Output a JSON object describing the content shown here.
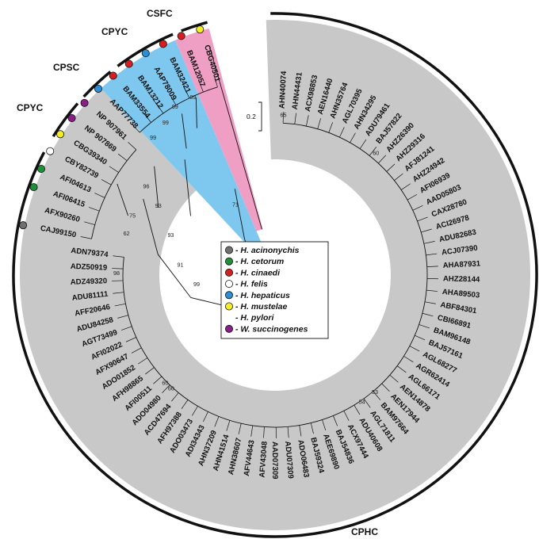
{
  "colors": {
    "ring_gray": "#c8c8c8",
    "blue_wedge": "#7ec8ef",
    "pink_wedge": "#ef9fc4",
    "acinonychis": "#707070",
    "cetorum": "#1f8f3a",
    "cinaedi": "#d42020",
    "felis": "#ffffff",
    "hepaticus": "#2b8fd6",
    "mustelae": "#f4ec2a",
    "succinogenes": "#8a1e88"
  },
  "scale_label": "0.2",
  "clade_labels": [
    {
      "id": "cphc",
      "text": "CPHC"
    },
    {
      "id": "cpyc1",
      "text": "CPYC"
    },
    {
      "id": "cpsc",
      "text": "CPSC"
    },
    {
      "id": "cpyc2",
      "text": "CPYC"
    },
    {
      "id": "csfc",
      "text": "CSFC"
    }
  ],
  "legend": [
    {
      "species": "- H. acinonychis",
      "color_key": "acinonychis"
    },
    {
      "species": "- H. cetorum",
      "color_key": "cetorum"
    },
    {
      "species": "- H. cinaedi",
      "color_key": "cinaedi"
    },
    {
      "species": "- H. felis",
      "color_key": "felis"
    },
    {
      "species": "- H. hepaticus",
      "color_key": "hepaticus"
    },
    {
      "species": "- H. mustelae",
      "color_key": "mustelae"
    },
    {
      "species": "- H. pylori",
      "color_key": ""
    },
    {
      "species": "- W. succinogenes",
      "color_key": "succinogenes"
    }
  ],
  "taxa": [
    {
      "label": "AHN40074",
      "dot": ""
    },
    {
      "label": "AHN44431",
      "dot": ""
    },
    {
      "label": "ACX98853",
      "dot": ""
    },
    {
      "label": "AEN16440",
      "dot": ""
    },
    {
      "label": "AHN35764",
      "dot": ""
    },
    {
      "label": "AGL70395",
      "dot": ""
    },
    {
      "label": "AHN34295",
      "dot": ""
    },
    {
      "label": "ADU79461",
      "dot": ""
    },
    {
      "label": "BAJ57822",
      "dot": ""
    },
    {
      "label": "AHZ26390",
      "dot": ""
    },
    {
      "label": "AHZ29316",
      "dot": ""
    },
    {
      "label": "AFJ81241",
      "dot": ""
    },
    {
      "label": "AHZ24942",
      "dot": ""
    },
    {
      "label": "AFI06939",
      "dot": ""
    },
    {
      "label": "AAD05803",
      "dot": ""
    },
    {
      "label": "CAX28780",
      "dot": ""
    },
    {
      "label": "ACI26978",
      "dot": ""
    },
    {
      "label": "ADU82683",
      "dot": ""
    },
    {
      "label": "ACJ07390",
      "dot": ""
    },
    {
      "label": "AHA87931",
      "dot": ""
    },
    {
      "label": "AHZ28144",
      "dot": ""
    },
    {
      "label": "AHA89503",
      "dot": ""
    },
    {
      "label": "ABF84301",
      "dot": ""
    },
    {
      "label": "CBI66891",
      "dot": ""
    },
    {
      "label": "BAM96148",
      "dot": ""
    },
    {
      "label": "BAJ57161",
      "dot": ""
    },
    {
      "label": "AGL68277",
      "dot": ""
    },
    {
      "label": "AGR62414",
      "dot": ""
    },
    {
      "label": "AGL66171",
      "dot": ""
    },
    {
      "label": "AEN14878",
      "dot": ""
    },
    {
      "label": "AEN17944",
      "dot": ""
    },
    {
      "label": "BAM97664",
      "dot": ""
    },
    {
      "label": "AGL71811",
      "dot": ""
    },
    {
      "label": "ADU40608",
      "dot": ""
    },
    {
      "label": "ACX97444",
      "dot": ""
    },
    {
      "label": "BAJ54836",
      "dot": ""
    },
    {
      "label": "AEE69890",
      "dot": ""
    },
    {
      "label": "BAJ59324",
      "dot": ""
    },
    {
      "label": "ADO06483",
      "dot": ""
    },
    {
      "label": "ADU07309",
      "dot": ""
    },
    {
      "label": "AAD07309",
      "dot": ""
    },
    {
      "label": "AFV43048",
      "dot": ""
    },
    {
      "label": "AFV44643",
      "dot": ""
    },
    {
      "label": "AHN38607",
      "dot": ""
    },
    {
      "label": "AHN41514",
      "dot": ""
    },
    {
      "label": "AHN37209",
      "dot": ""
    },
    {
      "label": "ADI34343",
      "dot": ""
    },
    {
      "label": "ADO03473",
      "dot": ""
    },
    {
      "label": "AFH97388",
      "dot": ""
    },
    {
      "label": "ACD47694",
      "dot": ""
    },
    {
      "label": "ADO04980",
      "dot": ""
    },
    {
      "label": "AFI00511",
      "dot": ""
    },
    {
      "label": "AFH98865",
      "dot": ""
    },
    {
      "label": "ADO01852",
      "dot": ""
    },
    {
      "label": "AFX90647",
      "dot": ""
    },
    {
      "label": "AFI02022",
      "dot": ""
    },
    {
      "label": "AGT73499",
      "dot": ""
    },
    {
      "label": "ADU84258",
      "dot": ""
    },
    {
      "label": "AFF20646",
      "dot": ""
    },
    {
      "label": "ADU81111",
      "dot": ""
    },
    {
      "label": "ADZ49320",
      "dot": ""
    },
    {
      "label": "ADZ50919",
      "dot": ""
    },
    {
      "label": "ADN79374",
      "dot": ""
    },
    {
      "label": "CAJ99150",
      "dot": "acinonychis"
    },
    {
      "label": "AFX90260",
      "dot": ""
    },
    {
      "label": "AFI06415",
      "dot": "cetorum"
    },
    {
      "label": "AFI04613",
      "dot": "cetorum"
    },
    {
      "label": "CBY82739",
      "dot": "felis"
    },
    {
      "label": "CBG39340",
      "dot": "mustelae"
    },
    {
      "label": "NP 907869",
      "dot": "succinogenes"
    },
    {
      "label": "NP 907961",
      "dot": "succinogenes"
    },
    {
      "label": "AAP77738",
      "dot": "hepaticus"
    },
    {
      "label": "BAM33554",
      "dot": "cinaedi"
    },
    {
      "label": "BAM13212",
      "dot": "cinaedi"
    },
    {
      "label": "AAP78009",
      "dot": "hepaticus"
    },
    {
      "label": "BAM32421",
      "dot": "cinaedi"
    },
    {
      "label": "BAM12057",
      "dot": "cinaedi"
    },
    {
      "label": "CBG40501",
      "dot": "mustelae"
    }
  ],
  "bootstrap": [
    "65",
    "60",
    "53",
    "54",
    "99",
    "99",
    "99",
    "99",
    "93",
    "71",
    "93",
    "91",
    "99",
    "96",
    "75",
    "62",
    "98",
    "60",
    "60"
  ]
}
